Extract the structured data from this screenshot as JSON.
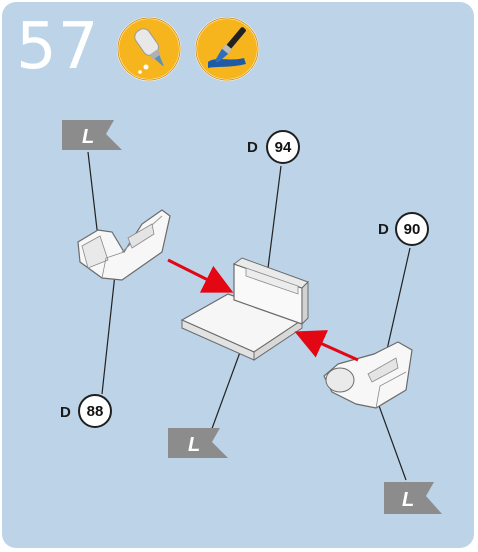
{
  "step": {
    "number": "57"
  },
  "icons": [
    "glue-bottle-icon",
    "paintbrush-icon"
  ],
  "parts": [
    {
      "prefix": "D",
      "number": "94",
      "flag": "L"
    },
    {
      "prefix": "D",
      "number": "90",
      "flag": "L"
    },
    {
      "prefix": "D",
      "number": "88",
      "flag": "L"
    }
  ],
  "flags": {
    "top_left": "L",
    "center_bottom": "L",
    "bottom_right": "L"
  },
  "colors": {
    "background": "#bcd3e8",
    "icon_fill": "#f6b51c",
    "arrow": "#e30613",
    "flag": "#8c8c8c"
  }
}
